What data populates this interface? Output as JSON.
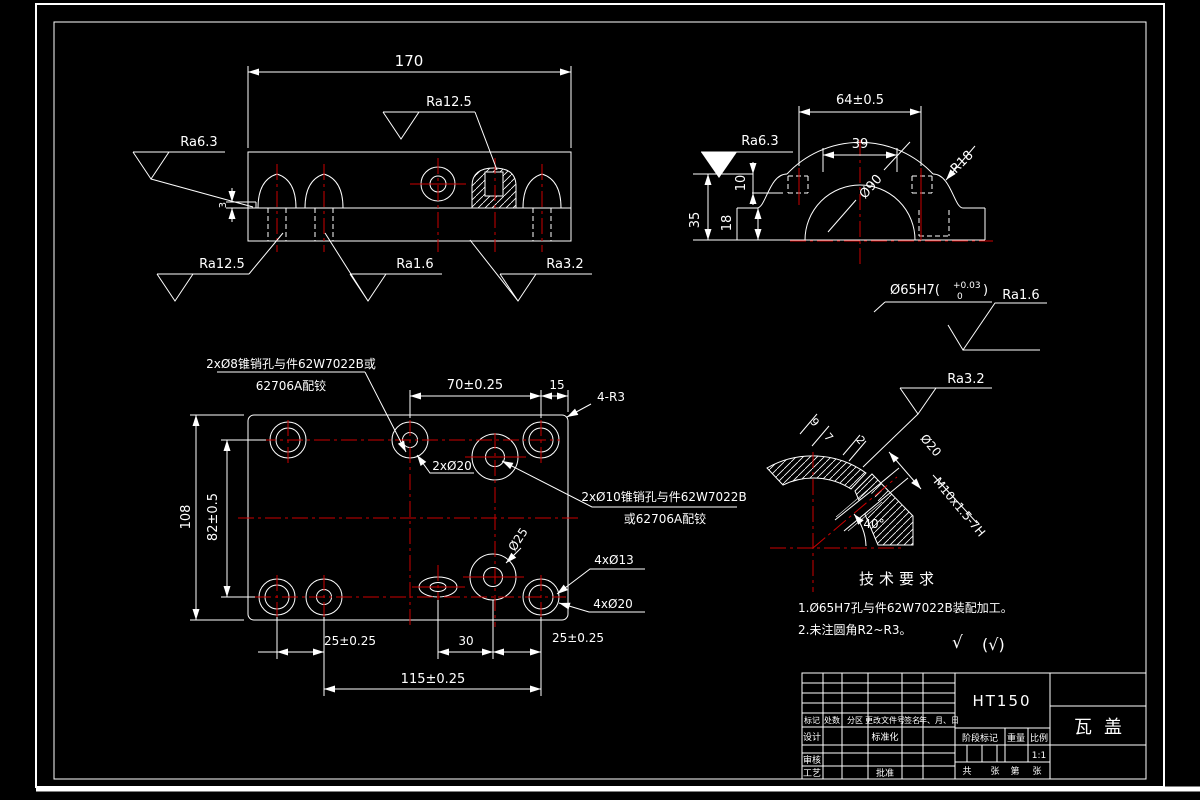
{
  "drawing": {
    "front_view": {
      "dim_170": "170",
      "dim_3": "3",
      "ra_top": "Ra12.5",
      "ra_left": "Ra6.3",
      "ra_bottom_left": "Ra12.5",
      "ra_bottom_mid": "Ra1.6",
      "ra_bottom_right": "Ra3.2"
    },
    "side_view": {
      "dim_64": "64±0.5",
      "dim_39": "39",
      "dim_35": "35",
      "dim_18": "18",
      "dim_10": "10",
      "dia_90": "Ø90",
      "r_18": "R18",
      "ra_left": "Ra6.3",
      "bore": "Ø65H7(",
      "tol_up": "+0.03",
      "tol_dn": "0",
      "bore_close": ")",
      "ra_bore": "Ra1.6"
    },
    "plan_view": {
      "note8_1": "2xØ8锥销孔与件62W7022B或",
      "note8_2": "62706A配铰",
      "note10_1": "2xØ10锥销孔与件62W7022B",
      "note10_2": "或62706A配铰",
      "label_2x20": "2xØ20",
      "label_25": "Ø25",
      "label_4x13": "4xØ13",
      "label_4x20": "4xØ20",
      "dim_70": "70±0.25",
      "dim_15": "15",
      "dim_4r3": "4-R3",
      "dim_108": "108",
      "dim_82": "82±0.5",
      "dim_25a": "25±0.25",
      "dim_30": "30",
      "dim_25b": "25±0.25",
      "dim_115": "115±0.25"
    },
    "detail_view": {
      "dim_9": "9",
      "dim_7": "7",
      "dim_2": "2",
      "dia_20": "Ø20",
      "thread": "M10x1.5-7H",
      "angle": "40°",
      "ra": "Ra3.2"
    },
    "tech_req": {
      "title": "技术要求",
      "item_1": "1.Ø65H7孔与件62W7022B装配加工。",
      "item_2": "2.未注圆角R2~R3。",
      "check_1": "√",
      "check_2": "(√)"
    },
    "title_block": {
      "material": "HT150",
      "part_name": "瓦盖",
      "scale_value": "1:1",
      "col_mark": "标记",
      "col_count": "处数",
      "col_zone": "分区",
      "col_doc": "更改文件号",
      "col_sign": "签名",
      "col_date": "年、月、日",
      "row_design": "设计",
      "row_std": "标准化",
      "row_check": "审核",
      "row_process": "工艺",
      "row_approve": "批准",
      "stage": "阶段标记",
      "weight": "重量",
      "scale": "比例",
      "sheet_total": "共",
      "sheet_zhang": "张",
      "sheet_no": "第",
      "sheet_zhang2": "张"
    },
    "colors": {
      "background": "#000000",
      "line": "#ffffff",
      "centerline": "#cc0000"
    }
  }
}
